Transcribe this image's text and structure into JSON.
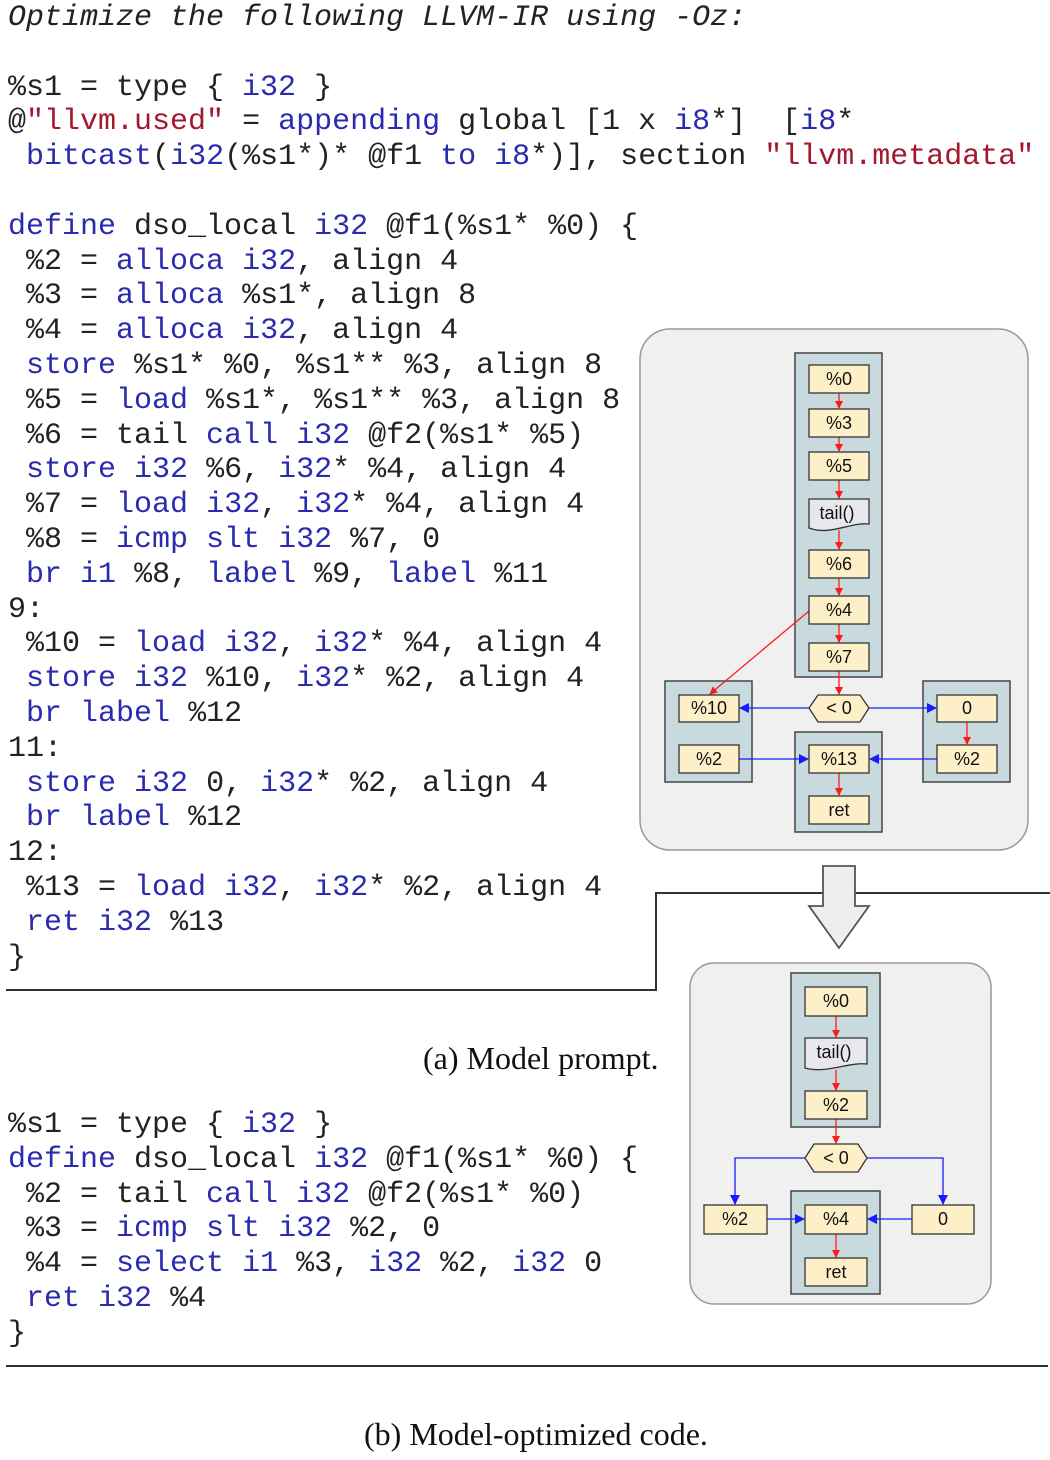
{
  "prompt_code": [
    [
      [
        "Optimize the following LLVM-IR using -Oz:",
        "it"
      ]
    ],
    [],
    [
      [
        "%s1 = type { ",
        ""
      ],
      [
        "i32",
        "k"
      ],
      [
        " }",
        ""
      ]
    ],
    [
      [
        "@",
        ""
      ],
      [
        "\"llvm.used\"",
        "s"
      ],
      [
        " = ",
        ""
      ],
      [
        "appending",
        "k"
      ],
      [
        " global [1 x ",
        ""
      ],
      [
        "i8",
        "k"
      ],
      [
        "*]  [",
        ""
      ],
      [
        "i8",
        "k"
      ],
      [
        "*",
        ""
      ]
    ],
    [
      [
        " ",
        ""
      ],
      [
        "bitcast",
        "k"
      ],
      [
        "(",
        ""
      ],
      [
        "i32",
        "k"
      ],
      [
        "(%s1*)* @f1 ",
        ""
      ],
      [
        "to",
        "k"
      ],
      [
        " ",
        ""
      ],
      [
        "i8",
        "k"
      ],
      [
        "*)], section ",
        ""
      ],
      [
        "\"llvm.metadata\"",
        "s"
      ]
    ],
    [],
    [
      [
        "define",
        "k"
      ],
      [
        " dso_local ",
        ""
      ],
      [
        "i32",
        "k"
      ],
      [
        " @f1(%s1* %0) {",
        ""
      ]
    ],
    [
      [
        " %2 = ",
        ""
      ],
      [
        "alloca",
        "k"
      ],
      [
        " ",
        ""
      ],
      [
        "i32",
        "k"
      ],
      [
        ", align 4",
        ""
      ]
    ],
    [
      [
        " %3 = ",
        ""
      ],
      [
        "alloca",
        "k"
      ],
      [
        " %s1*, align 8",
        ""
      ]
    ],
    [
      [
        " %4 = ",
        ""
      ],
      [
        "alloca",
        "k"
      ],
      [
        " ",
        ""
      ],
      [
        "i32",
        "k"
      ],
      [
        ", align 4",
        ""
      ]
    ],
    [
      [
        " ",
        ""
      ],
      [
        "store",
        "k"
      ],
      [
        " %s1* %0, %s1** %3, align 8",
        ""
      ]
    ],
    [
      [
        " %5 = ",
        ""
      ],
      [
        "load",
        "k"
      ],
      [
        " %s1*, %s1** %3, align 8",
        ""
      ]
    ],
    [
      [
        " %6 = tail ",
        ""
      ],
      [
        "call",
        "k"
      ],
      [
        " ",
        ""
      ],
      [
        "i32",
        "k"
      ],
      [
        " @f2(%s1* %5)",
        ""
      ]
    ],
    [
      [
        " ",
        ""
      ],
      [
        "store",
        "k"
      ],
      [
        " ",
        ""
      ],
      [
        "i32",
        "k"
      ],
      [
        " %6, ",
        ""
      ],
      [
        "i32",
        "k"
      ],
      [
        "* %4, align 4",
        ""
      ]
    ],
    [
      [
        " %7 = ",
        ""
      ],
      [
        "load",
        "k"
      ],
      [
        " ",
        ""
      ],
      [
        "i32",
        "k"
      ],
      [
        ", ",
        ""
      ],
      [
        "i32",
        "k"
      ],
      [
        "* %4, align 4",
        ""
      ]
    ],
    [
      [
        " %8 = ",
        ""
      ],
      [
        "icmp slt",
        "k"
      ],
      [
        " ",
        ""
      ],
      [
        "i32",
        "k"
      ],
      [
        " %7, 0",
        ""
      ]
    ],
    [
      [
        " ",
        ""
      ],
      [
        "br",
        "k"
      ],
      [
        " ",
        ""
      ],
      [
        "i1",
        "k"
      ],
      [
        " %8, ",
        ""
      ],
      [
        "label",
        "k"
      ],
      [
        " %9, ",
        ""
      ],
      [
        "label",
        "k"
      ],
      [
        " %11",
        ""
      ]
    ],
    [
      [
        "9:",
        ""
      ]
    ],
    [
      [
        " %10 = ",
        ""
      ],
      [
        "load",
        "k"
      ],
      [
        " ",
        ""
      ],
      [
        "i32",
        "k"
      ],
      [
        ", ",
        ""
      ],
      [
        "i32",
        "k"
      ],
      [
        "* %4, align 4",
        ""
      ]
    ],
    [
      [
        " ",
        ""
      ],
      [
        "store",
        "k"
      ],
      [
        " ",
        ""
      ],
      [
        "i32",
        "k"
      ],
      [
        " %10, ",
        ""
      ],
      [
        "i32",
        "k"
      ],
      [
        "* %2, align 4",
        ""
      ]
    ],
    [
      [
        " ",
        ""
      ],
      [
        "br",
        "k"
      ],
      [
        " ",
        ""
      ],
      [
        "label",
        "k"
      ],
      [
        " %12",
        ""
      ]
    ],
    [
      [
        "11:",
        ""
      ]
    ],
    [
      [
        " ",
        ""
      ],
      [
        "store",
        "k"
      ],
      [
        " ",
        ""
      ],
      [
        "i32",
        "k"
      ],
      [
        " 0, ",
        ""
      ],
      [
        "i32",
        "k"
      ],
      [
        "* %2, align 4",
        ""
      ]
    ],
    [
      [
        " ",
        ""
      ],
      [
        "br",
        "k"
      ],
      [
        " ",
        ""
      ],
      [
        "label",
        "k"
      ],
      [
        " %12",
        ""
      ]
    ],
    [
      [
        "12:",
        ""
      ]
    ],
    [
      [
        " %13 = ",
        ""
      ],
      [
        "load",
        "k"
      ],
      [
        " ",
        ""
      ],
      [
        "i32",
        "k"
      ],
      [
        ", ",
        ""
      ],
      [
        "i32",
        "k"
      ],
      [
        "* %2, align 4",
        ""
      ]
    ],
    [
      [
        " ",
        ""
      ],
      [
        "ret",
        "k"
      ],
      [
        " ",
        ""
      ],
      [
        "i32",
        "k"
      ],
      [
        " %13",
        ""
      ]
    ],
    [
      [
        "}",
        ""
      ]
    ]
  ],
  "optimized_code": [
    [
      [
        "%s1 = type { ",
        ""
      ],
      [
        "i32",
        "k"
      ],
      [
        " }",
        ""
      ]
    ],
    [
      [
        "define",
        "k"
      ],
      [
        " dso_local ",
        ""
      ],
      [
        "i32",
        "k"
      ],
      [
        " @f1(%s1* %0) {",
        ""
      ]
    ],
    [
      [
        " %2 = tail ",
        ""
      ],
      [
        "call",
        "k"
      ],
      [
        " ",
        ""
      ],
      [
        "i32",
        "k"
      ],
      [
        " @f2(%s1* %0)",
        ""
      ]
    ],
    [
      [
        " %3 = ",
        ""
      ],
      [
        "icmp slt",
        "k"
      ],
      [
        " ",
        ""
      ],
      [
        "i32",
        "k"
      ],
      [
        " %2, 0",
        ""
      ]
    ],
    [
      [
        " %4 = ",
        ""
      ],
      [
        "select",
        "k"
      ],
      [
        " ",
        ""
      ],
      [
        "i1",
        "k"
      ],
      [
        " %3, ",
        ""
      ],
      [
        "i32",
        "k"
      ],
      [
        " %2, ",
        ""
      ],
      [
        "i32",
        "k"
      ],
      [
        " 0",
        ""
      ]
    ],
    [
      [
        " ",
        ""
      ],
      [
        "ret",
        "k"
      ],
      [
        " ",
        ""
      ],
      [
        "i32",
        "k"
      ],
      [
        " %4",
        ""
      ]
    ],
    [
      [
        "}",
        ""
      ]
    ]
  ],
  "captions": {
    "a": "(a) Model prompt.",
    "b": "(b) Model-optimized code."
  },
  "graph_a": {
    "nodes": [
      "%0",
      "%3",
      "%5",
      "tail()",
      "%6",
      "%4",
      "%7",
      "< 0",
      "%10",
      "%2",
      "0",
      "%2",
      "%13",
      "ret"
    ]
  },
  "graph_b": {
    "nodes": [
      "%0",
      "tail()",
      "%2",
      "< 0",
      "%2",
      "%4",
      "0",
      "ret"
    ]
  },
  "colors": {
    "keyword": "#2b2bb0",
    "string": "#a3182e",
    "node_fill": "#fdefc8",
    "cluster_fill": "#c8dade",
    "panel_fill": "#f0f0f0",
    "data_edge": "#ff1a1a",
    "control_edge": "#1a1aff"
  }
}
